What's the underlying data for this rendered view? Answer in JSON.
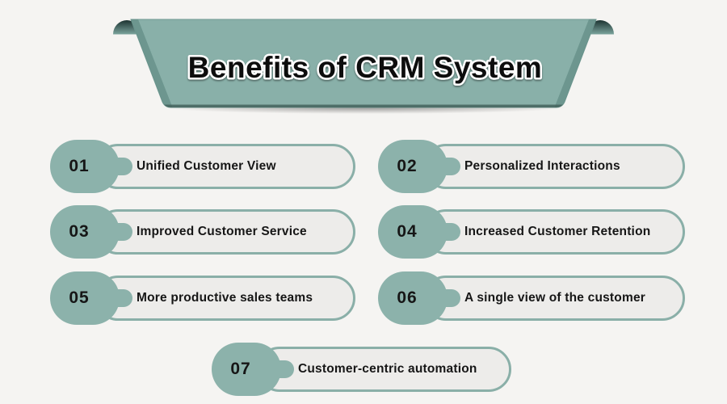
{
  "banner": {
    "title": "Benefits of CRM System"
  },
  "items": [
    {
      "number": "01",
      "label": "Unified Customer View"
    },
    {
      "number": "02",
      "label": "Personalized Interactions"
    },
    {
      "number": "03",
      "label": "Improved Customer Service"
    },
    {
      "number": "04",
      "label": "Increased Customer Retention"
    },
    {
      "number": "05",
      "label": "More productive sales teams"
    },
    {
      "number": "06",
      "label": "A single view of the customer"
    },
    {
      "number": "07",
      "label": "Customer-centric automation"
    }
  ],
  "colors": {
    "ribbon_green": "#89b0a9",
    "badge_green": "#8cb2ab",
    "pill_fill": "#edecea",
    "pill_border": "#8aafa8",
    "curl_dark": "#1c3331",
    "curl_light": "#7ba49d",
    "slope_shade": "#618b84",
    "bottom_edge": "#44635d",
    "title_fill": "#0d0d0d",
    "title_outline": "#ffffff",
    "text_dark": "#161616",
    "background": "#f5f4f2"
  }
}
